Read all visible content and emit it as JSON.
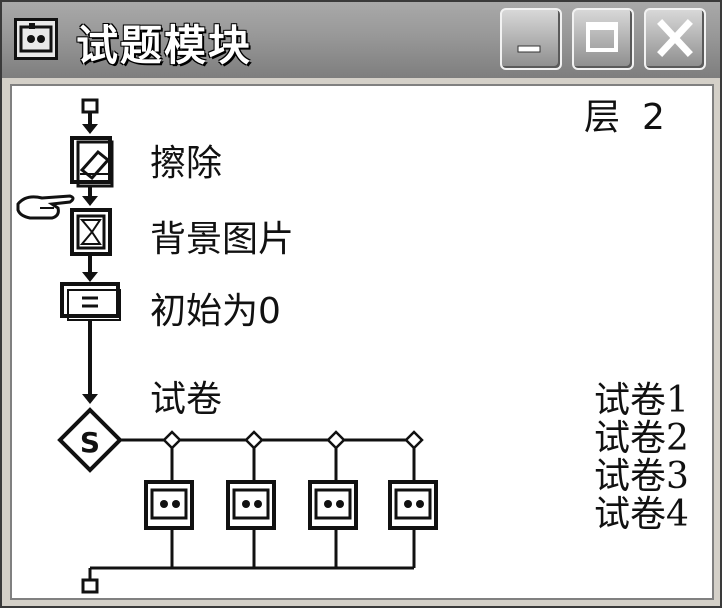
{
  "window": {
    "title": "试题模块",
    "app_icon": "framework-icon"
  },
  "controls": {
    "minimize_icon": "minimize-icon",
    "maximize_icon": "maximize-icon",
    "close_icon": "close-icon"
  },
  "level": {
    "label": "层",
    "value": "2"
  },
  "pointer_icon": "hand-pointer-icon",
  "flow": {
    "erase_label": "擦除",
    "background_label": "背景图片",
    "calc_label": "初始为0",
    "decision_label": "试卷",
    "decision_symbol": "S",
    "calc_symbol": "=",
    "paths": [
      "试卷1",
      "试卷2",
      "试卷3",
      "试卷4"
    ]
  }
}
